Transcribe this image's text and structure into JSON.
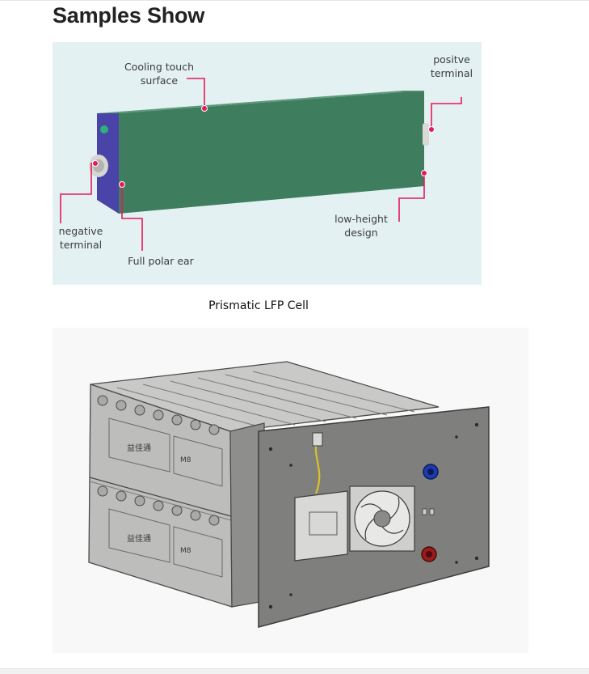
{
  "page": {
    "title": "Samples Show",
    "cell_caption": "Prismatic LFP Cell"
  },
  "cell_figure": {
    "labels": {
      "cooling": "Cooling touch\nsurface",
      "positive": "positve\nterminal",
      "negative": "negative\nterminal",
      "polar_ear": "Full polar ear",
      "low_height": "low-height\ndesign"
    }
  },
  "pack_figure": {
    "module_marking_1": "益佳通",
    "module_marking_2": "M8"
  },
  "colors": {
    "cell_background": "#e3f1f2",
    "cell_body": "#3e7d5e",
    "cell_end_cap": "#4a43a8",
    "callout_line": "#e6195a",
    "pack_front_panel": "#7f7f7d",
    "connector_blue": "#1d3bb0",
    "connector_red": "#9a1b1b"
  }
}
